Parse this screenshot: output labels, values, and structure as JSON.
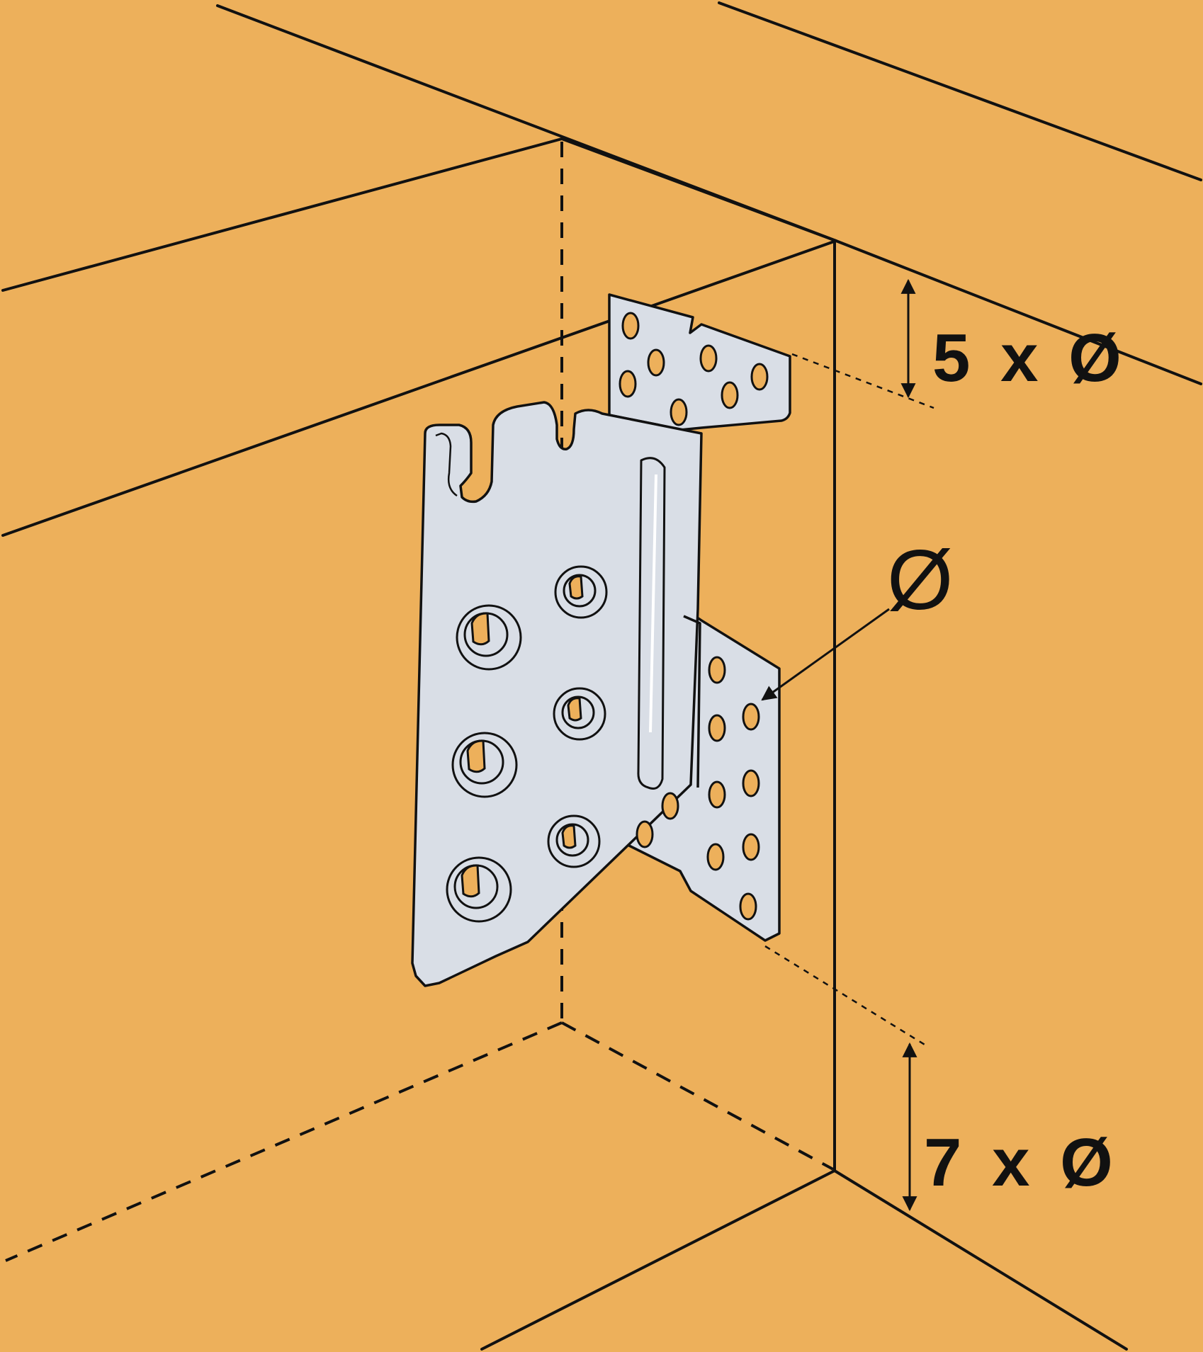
{
  "colors": {
    "timber": "#EDB05B",
    "steel": "#D9DEE6",
    "line": "#111111",
    "hole": "#EDB05B"
  },
  "labels": {
    "top_edge_distance": "5 x Ø",
    "bottom_edge_distance": "7 x Ø",
    "fastener_diameter": "Ø"
  }
}
